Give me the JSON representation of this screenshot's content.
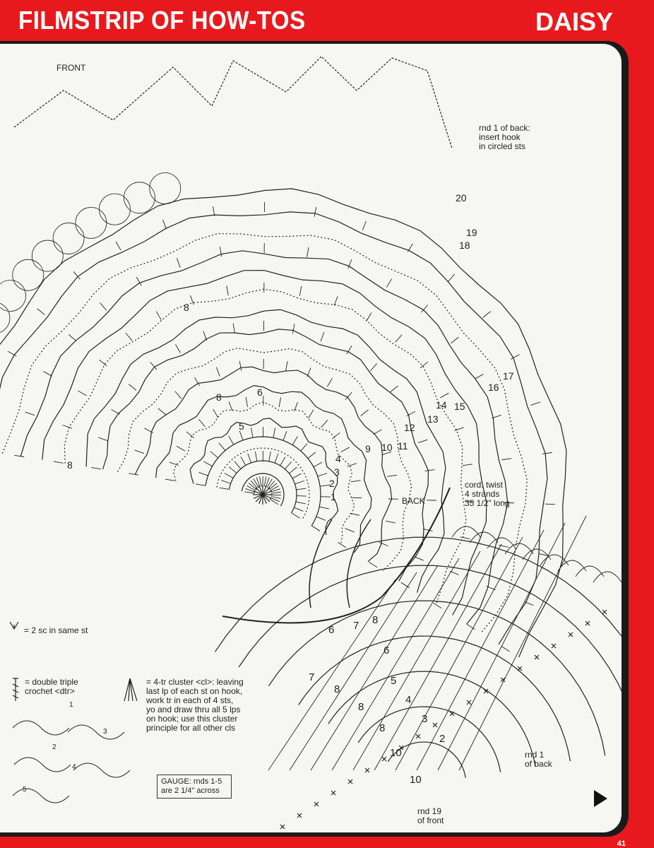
{
  "header": {
    "title": "FILMSTRIP OF HOW-TOS",
    "pattern_name": "DAISY"
  },
  "front": {
    "label": "FRONT",
    "note": "rnd 1 of back: insert hook in circled sts",
    "note_lines": [
      "rnd 1 of back:",
      "insert hook",
      "in circled sts"
    ],
    "round_numbers": [
      "20",
      "19",
      "18",
      "17",
      "16",
      "15",
      "14",
      "13",
      "12",
      "11",
      "10",
      "9",
      "8",
      "8",
      "8",
      "6",
      "5",
      "4",
      "3",
      "2",
      "1"
    ]
  },
  "back": {
    "label": "BACK",
    "cord_lines": [
      "cord: twist",
      "4 strands",
      "35 1/2\" long"
    ],
    "rnd1_lines": [
      "rnd 1",
      "of back"
    ],
    "rnd19_lines": [
      "rnd 19",
      "of front"
    ],
    "round_numbers": [
      "8",
      "7",
      "6",
      "6",
      "7",
      "8",
      "8",
      "8",
      "10",
      "10",
      "5",
      "4",
      "3",
      "2"
    ]
  },
  "legend": {
    "sc2": "= 2 sc in same st",
    "dtr_lines": [
      "= double triple",
      "crochet <dtr>"
    ],
    "cluster_lines": [
      "= 4-tr cluster <cl>: leaving",
      "last lp of each st on hook,",
      "work tr in each of 4 sts,",
      "yo and draw thru all 5 lps",
      "on hook; use this cluster",
      "principle for all other cls"
    ],
    "steps": [
      "1",
      "2",
      "3",
      "4",
      "5"
    ]
  },
  "gauge_lines": [
    "GAUGE: rnds 1-5",
    "are 2 1/4\" across"
  ],
  "page_number": "41",
  "colors": {
    "background": "#e8191d",
    "panel": "#f6f6f3",
    "ink": "#222222"
  },
  "icons": {
    "next": "triangle-right-icon"
  }
}
